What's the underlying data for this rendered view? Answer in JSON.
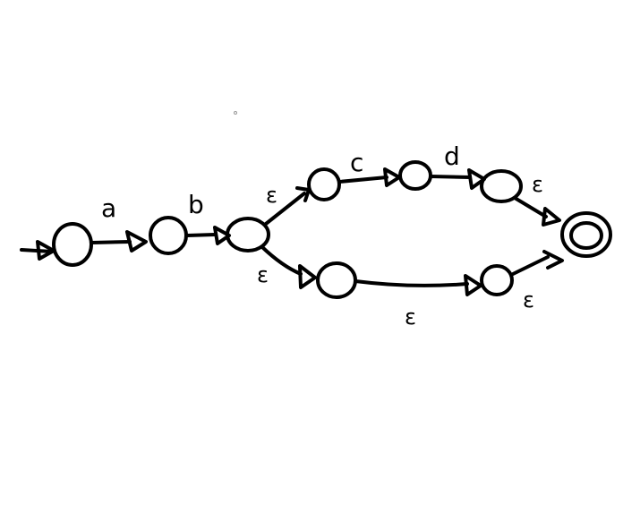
{
  "diagram": {
    "type": "nfa",
    "colors": {
      "ink": "#000000",
      "background": "#ffffff"
    },
    "states": [
      {
        "id": "s0",
        "role": "start"
      },
      {
        "id": "s1"
      },
      {
        "id": "s2"
      },
      {
        "id": "s3"
      },
      {
        "id": "s4"
      },
      {
        "id": "s5"
      },
      {
        "id": "s6"
      },
      {
        "id": "s7"
      },
      {
        "id": "s8",
        "role": "accept"
      }
    ],
    "transitions": [
      {
        "from": "s0",
        "to": "s1",
        "label": "a"
      },
      {
        "from": "s1",
        "to": "s2",
        "label": "b"
      },
      {
        "from": "s2",
        "to": "s3",
        "label": "ε"
      },
      {
        "from": "s3",
        "to": "s4",
        "label": "c"
      },
      {
        "from": "s4",
        "to": "s5",
        "label": "d"
      },
      {
        "from": "s5",
        "to": "s8",
        "label": "ε"
      },
      {
        "from": "s2",
        "to": "s6",
        "label": "ε"
      },
      {
        "from": "s6",
        "to": "s7",
        "label": "ε"
      },
      {
        "from": "s7",
        "to": "s8",
        "label": "ε"
      }
    ]
  }
}
